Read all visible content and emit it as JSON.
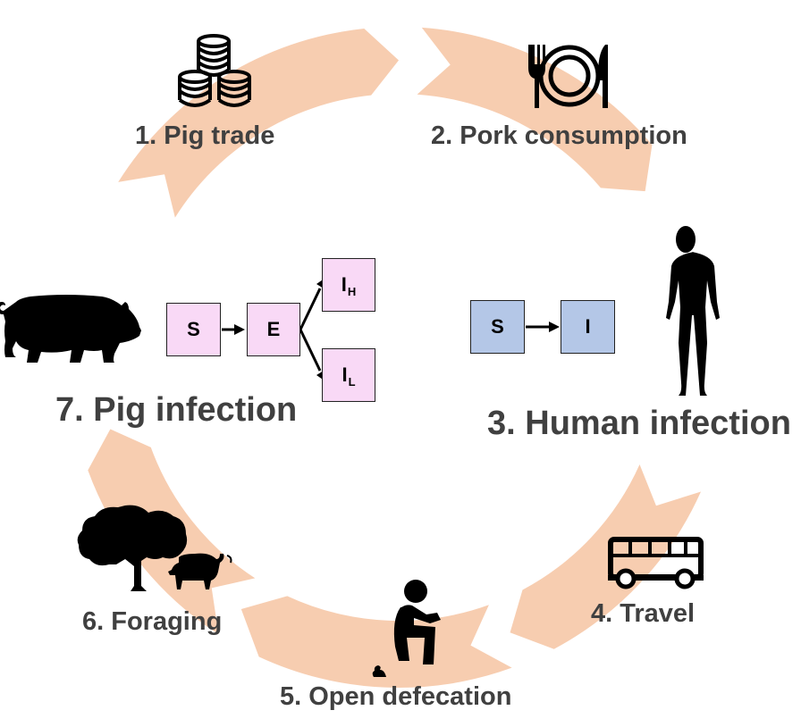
{
  "colors": {
    "arrow_fill": "#f7cdb0",
    "pig_box": "#f9d9f6",
    "human_box": "#b4c7e7",
    "label_text": "#404040",
    "icon": "#000000"
  },
  "stages": [
    {
      "label": "1. Pig trade",
      "icon": "coins-icon"
    },
    {
      "label": "2. Pork consumption",
      "icon": "plate-cutlery-icon"
    },
    {
      "label": "3. Human infection",
      "icon": "human-silhouette-icon"
    },
    {
      "label": "4. Travel",
      "icon": "bus-icon"
    },
    {
      "label": "5. Open defecation",
      "icon": "defecating-person-icon"
    },
    {
      "label": "6. Foraging",
      "icon": "tree-pig-icon"
    },
    {
      "label": "7. Pig infection",
      "icon": "pig-icon"
    }
  ],
  "pig_model": {
    "S": "S",
    "E": "E",
    "IH": {
      "main": "I",
      "sub": "H"
    },
    "IL": {
      "main": "I",
      "sub": "L"
    }
  },
  "human_model": {
    "S": "S",
    "I": "I"
  }
}
